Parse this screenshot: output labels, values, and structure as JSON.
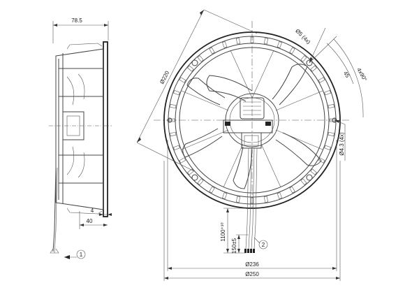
{
  "drawing": {
    "side_view": {
      "width_dim": "78.5",
      "flange_dim": "4",
      "depth_dim": "40",
      "callout_1": "1"
    },
    "front_view": {
      "hole_dim": "Ø5 (4x)",
      "pcd_dim": "Ø220",
      "angle_45": "45",
      "angle_4x90": "4x90°",
      "hole_small_dim": "Ø4.3 (4x)",
      "cable_length_dim": "1100⁺³⁰",
      "strip_dim": "150±5",
      "callout_2": "2",
      "inner_dia_dim": "Ø236",
      "outer_dia_dim": "Ø250"
    }
  }
}
